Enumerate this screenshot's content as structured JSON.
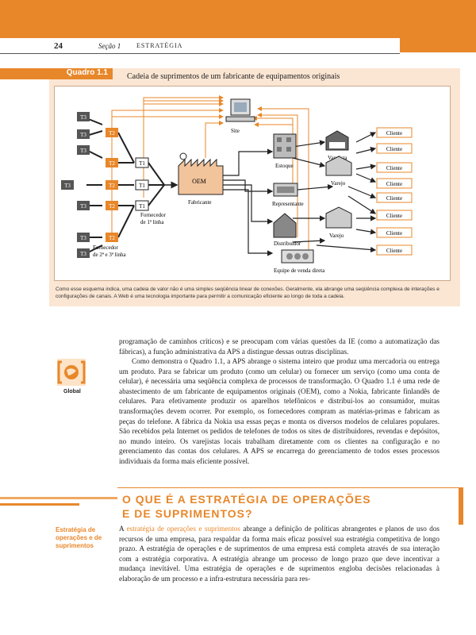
{
  "header": {
    "page_number": "24",
    "section": "Seção 1",
    "section_title": "ESTRATÉGIA"
  },
  "figure": {
    "tag": "Quadro 1.1",
    "title": "Cadeia de suprimentos de um fabricante de equipamentos originais",
    "suppliers": {
      "t3": "T3",
      "t2": "T2",
      "t1": "T1"
    },
    "labels": {
      "site": "Site",
      "oem": "OEM",
      "fabricante": "Fabricante",
      "fornecedor_1": "Fornecedor",
      "fornecedor_1b": "de 1ª linha",
      "fornecedor_23": "Fornecedor",
      "fornecedor_23b": "de 2ª e 3ª linha",
      "estoque": "Estoque",
      "varejista": "Varejista",
      "varejo_1": "Varejo",
      "representante": "Representante",
      "distribuidor": "Distribuidor",
      "varejo_2": "Varejo",
      "equipe": "Equipe de venda direta",
      "cliente": "Cliente"
    },
    "caption": "Como esse esquema indica, uma cadeia de valor não é uma simples seqüência linear de conexões. Geralmente, ela abrange uma seqüência complexa de interações e configurações de canais. A Web é uma tecnologia importante para permitir a comunicação eficiente ao longo de toda a cadeia."
  },
  "body": {
    "p1": "programação de caminhos críticos) e se preocupam com várias questões da IE (como a automatização das fábricas), a função administrativa da APS a distingue dessas outras disciplinas.",
    "p2": "Como demonstra o Quadro 1.1, a APS abrange o sistema inteiro que produz uma mercadoria ou entrega um produto. Para se fabricar um produto (como um celular) ou fornecer um serviço (como uma conta de celular), é necessária uma seqüência complexa de processos de transformação. O Quadro 1.1 é uma rede de abastecimento de um fabricante de equipamentos originais (OEM), como a Nokia, fabricante finlandês de celulares. Para efetivamente produzir os aparelhos telefônicos e distribuí-los ao consumidor, muitas transformações devem ocorrer. Por exemplo, os fornecedores compram as matérias-primas e fabricam as peças do telefone. A fábrica da Nokia usa essas peças e monta os diversos modelos de celulares populares. São recebidos pela Internet os pedidos de telefones de todos os sites de distribuidores, revendas e depósitos, no mundo inteiro. Os varejistas locais trabalham diretamente com os clientes na configuração e no gerenciamento das contas dos celulares. A APS se encarrega do gerenciamento de todos esses processos individuais da forma mais eficiente possível.",
    "global_label": "Global",
    "heading_line1": "O QUE É A ESTRATÉGIA DE OPERAÇÕES",
    "heading_line2": "E DE SUPRIMENTOS?",
    "margin_term": "Estratégia de operações e de suprimentos",
    "p3_start": "A ",
    "p3_term": "estratégia de operações e suprimentos",
    "p3_rest": " abrange a definição de políticas abrangentes e planos de uso dos recursos de uma empresa, para respaldar da forma mais eficaz possível sua estratégia competitiva de longo prazo. A estratégia de operações e de suprimentos de uma empresa está completa através de sua interação com a estratégia corporativa. A estratégia abrange um processo de longo prazo que deve incentivar a mudança inevitável. Uma estratégia de operações e de suprimentos engloba decisões relacionadas à elaboração de um processo e a infra-estrutura necessária para res-"
  },
  "colors": {
    "accent": "#e8872a",
    "panel": "#fbe6d3",
    "dark_box": "#555555",
    "supplier_orange": "#e8872a"
  }
}
